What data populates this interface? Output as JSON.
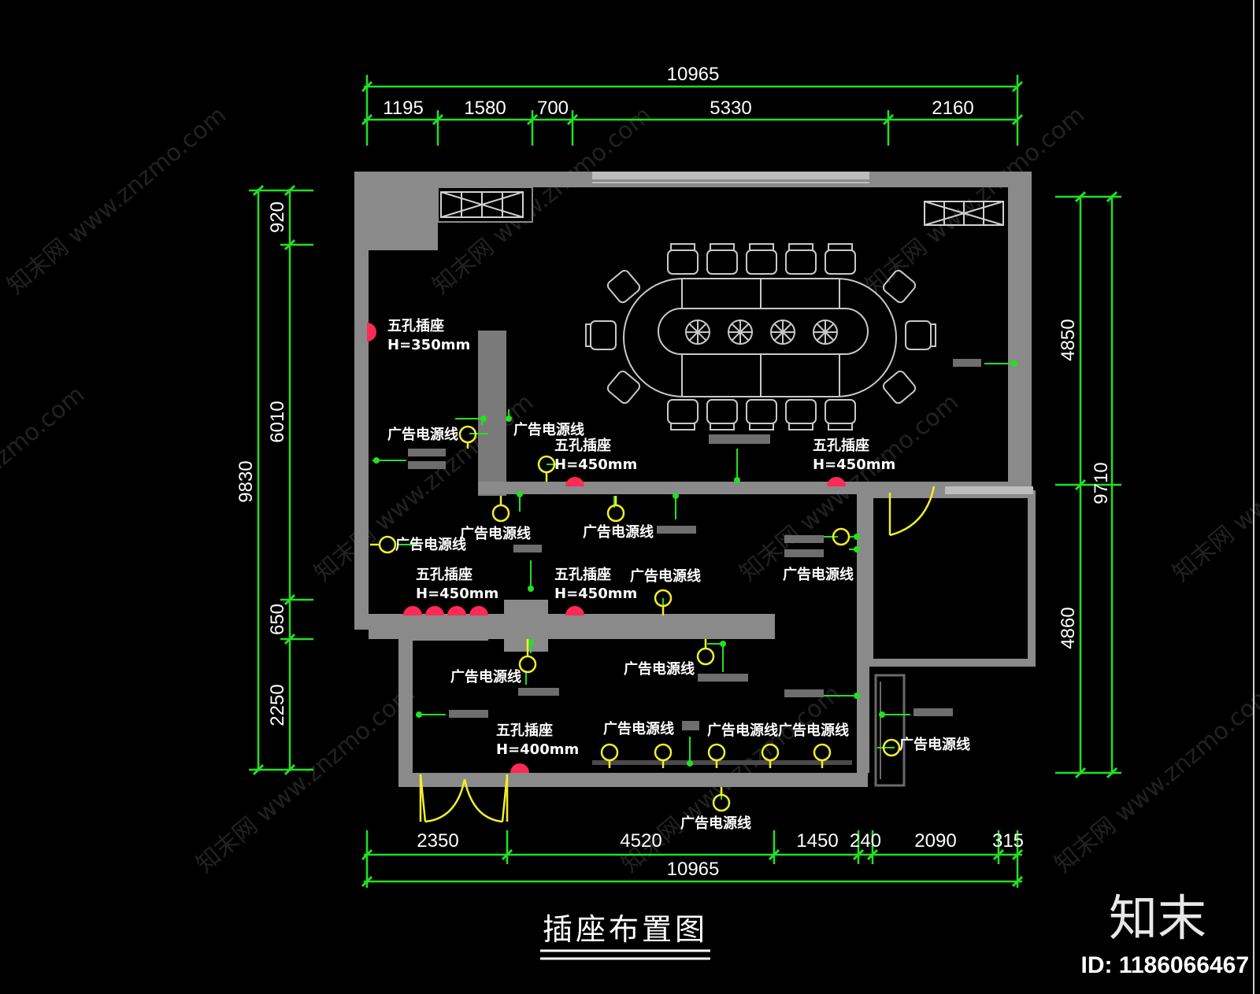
{
  "colors": {
    "background": "#000000",
    "dimension": "#22e022",
    "wall": "#8a8a8a",
    "socket_five_hole": "#ff2a55",
    "socket_ad": "#f2ee2a",
    "door": "#f2ee2a",
    "furniture": "#c8c8c8",
    "text": "#ffffff"
  },
  "drawing_title": "插座布置图",
  "dimensions": {
    "top_total": "10965",
    "top_segments": [
      "1195",
      "1580",
      "700",
      "5330",
      "2160"
    ],
    "bottom_segments": [
      "2350",
      "4520",
      "1450",
      "240",
      "2090",
      "315"
    ],
    "bottom_total": "10965",
    "left_total": "9830",
    "left_segments": [
      "920",
      "6010",
      "650",
      "2250"
    ],
    "right_total": "9710",
    "right_segments": [
      "4850",
      "4860"
    ]
  },
  "labels": {
    "five_hole_socket": "五孔插座",
    "ad_socket": "广告电源线",
    "height_350": "H=350mm",
    "height_450": "H=450mm",
    "height_400": "H=400mm"
  },
  "branding": {
    "watermark": "知末网 www.znzmo.com",
    "logo_text": "知末",
    "image_id": "ID: 1186066467"
  }
}
